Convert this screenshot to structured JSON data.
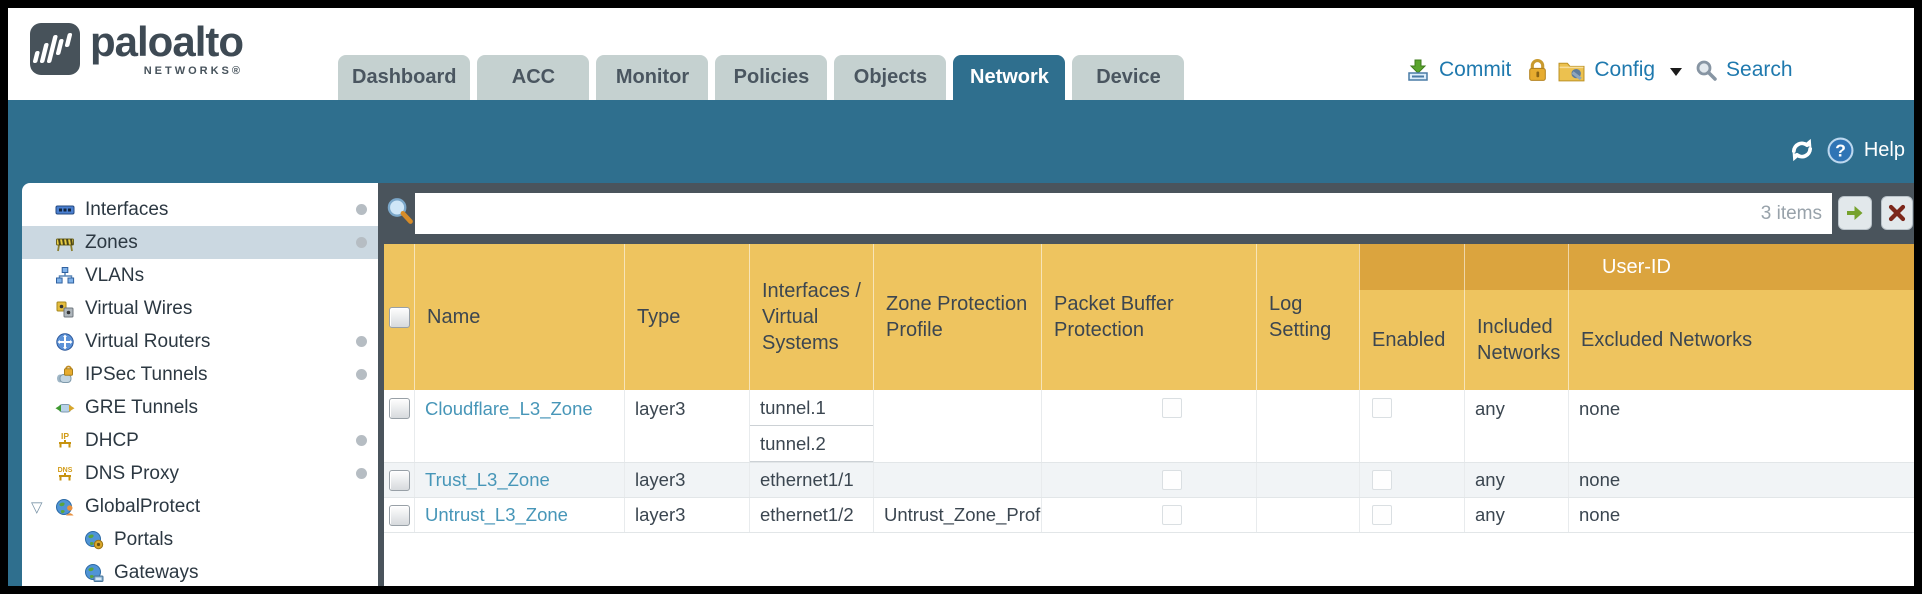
{
  "brand": {
    "wordmark": "paloalto",
    "sub": "NETWORKS®"
  },
  "nav": {
    "tabs": [
      {
        "label": "Dashboard",
        "active": false
      },
      {
        "label": "ACC",
        "active": false
      },
      {
        "label": "Monitor",
        "active": false
      },
      {
        "label": "Policies",
        "active": false
      },
      {
        "label": "Objects",
        "active": false
      },
      {
        "label": "Network",
        "active": true
      },
      {
        "label": "Device",
        "active": false
      }
    ]
  },
  "actions": {
    "commit": "Commit",
    "config": "Config",
    "search": "Search"
  },
  "band": {
    "help": "Help"
  },
  "sidebar": {
    "items": [
      {
        "label": "Interfaces",
        "icon": "interfaces-icon",
        "dot": true,
        "selected": false
      },
      {
        "label": "Zones",
        "icon": "zones-icon",
        "dot": true,
        "selected": true
      },
      {
        "label": "VLANs",
        "icon": "vlans-icon",
        "dot": false,
        "selected": false
      },
      {
        "label": "Virtual Wires",
        "icon": "virtual-wires-icon",
        "dot": false,
        "selected": false
      },
      {
        "label": "Virtual Routers",
        "icon": "virtual-routers-icon",
        "dot": true,
        "selected": false
      },
      {
        "label": "IPSec Tunnels",
        "icon": "ipsec-tunnels-icon",
        "dot": true,
        "selected": false
      },
      {
        "label": "GRE Tunnels",
        "icon": "gre-tunnels-icon",
        "dot": false,
        "selected": false
      },
      {
        "label": "DHCP",
        "icon": "dhcp-icon",
        "dot": true,
        "selected": false
      },
      {
        "label": "DNS Proxy",
        "icon": "dns-proxy-icon",
        "dot": true,
        "selected": false
      },
      {
        "label": "GlobalProtect",
        "icon": "globalprotect-icon",
        "dot": false,
        "selected": false,
        "expanded": true
      },
      {
        "label": "Portals",
        "icon": "portals-icon",
        "dot": false,
        "selected": false,
        "child": true
      },
      {
        "label": "Gateways",
        "icon": "gateways-icon",
        "dot": false,
        "selected": false,
        "child": true
      }
    ]
  },
  "filterbar": {
    "value": "",
    "items_count": "3 items"
  },
  "table": {
    "group_header": "User-ID",
    "columns": [
      "Name",
      "Type",
      "Interfaces / Virtual Systems",
      "Zone Protection Profile",
      "Packet Buffer Protection",
      "Log Setting",
      "Enabled",
      "Included Networks",
      "Excluded Networks"
    ],
    "rows": [
      {
        "name": "Cloudflare_L3_Zone",
        "type": "layer3",
        "interfaces": [
          "tunnel.1",
          "tunnel.2"
        ],
        "zone_protection_profile": "",
        "packet_buffer_protection": false,
        "log_setting": "",
        "user_id_enabled": false,
        "included_networks": "any",
        "excluded_networks": "none"
      },
      {
        "name": "Trust_L3_Zone",
        "type": "layer3",
        "interfaces": [
          "ethernet1/1"
        ],
        "zone_protection_profile": "",
        "packet_buffer_protection": false,
        "log_setting": "",
        "user_id_enabled": false,
        "included_networks": "any",
        "excluded_networks": "none"
      },
      {
        "name": "Untrust_L3_Zone",
        "type": "layer3",
        "interfaces": [
          "ethernet1/2"
        ],
        "zone_protection_profile": "Untrust_Zone_Prof",
        "packet_buffer_protection": false,
        "log_setting": "",
        "user_id_enabled": false,
        "included_networks": "any",
        "excluded_networks": "none"
      }
    ]
  },
  "colors": {
    "teal": "#2f6f8e",
    "header_orange": "#eec45f",
    "group_orange": "#dba43e",
    "toolbar_dark": "#4a545c",
    "link_blue": "#4796b8",
    "action_blue": "#1f79ae",
    "tab_inactive": "#c5d1d0",
    "selected_sidebar": "#cbd8e1"
  }
}
